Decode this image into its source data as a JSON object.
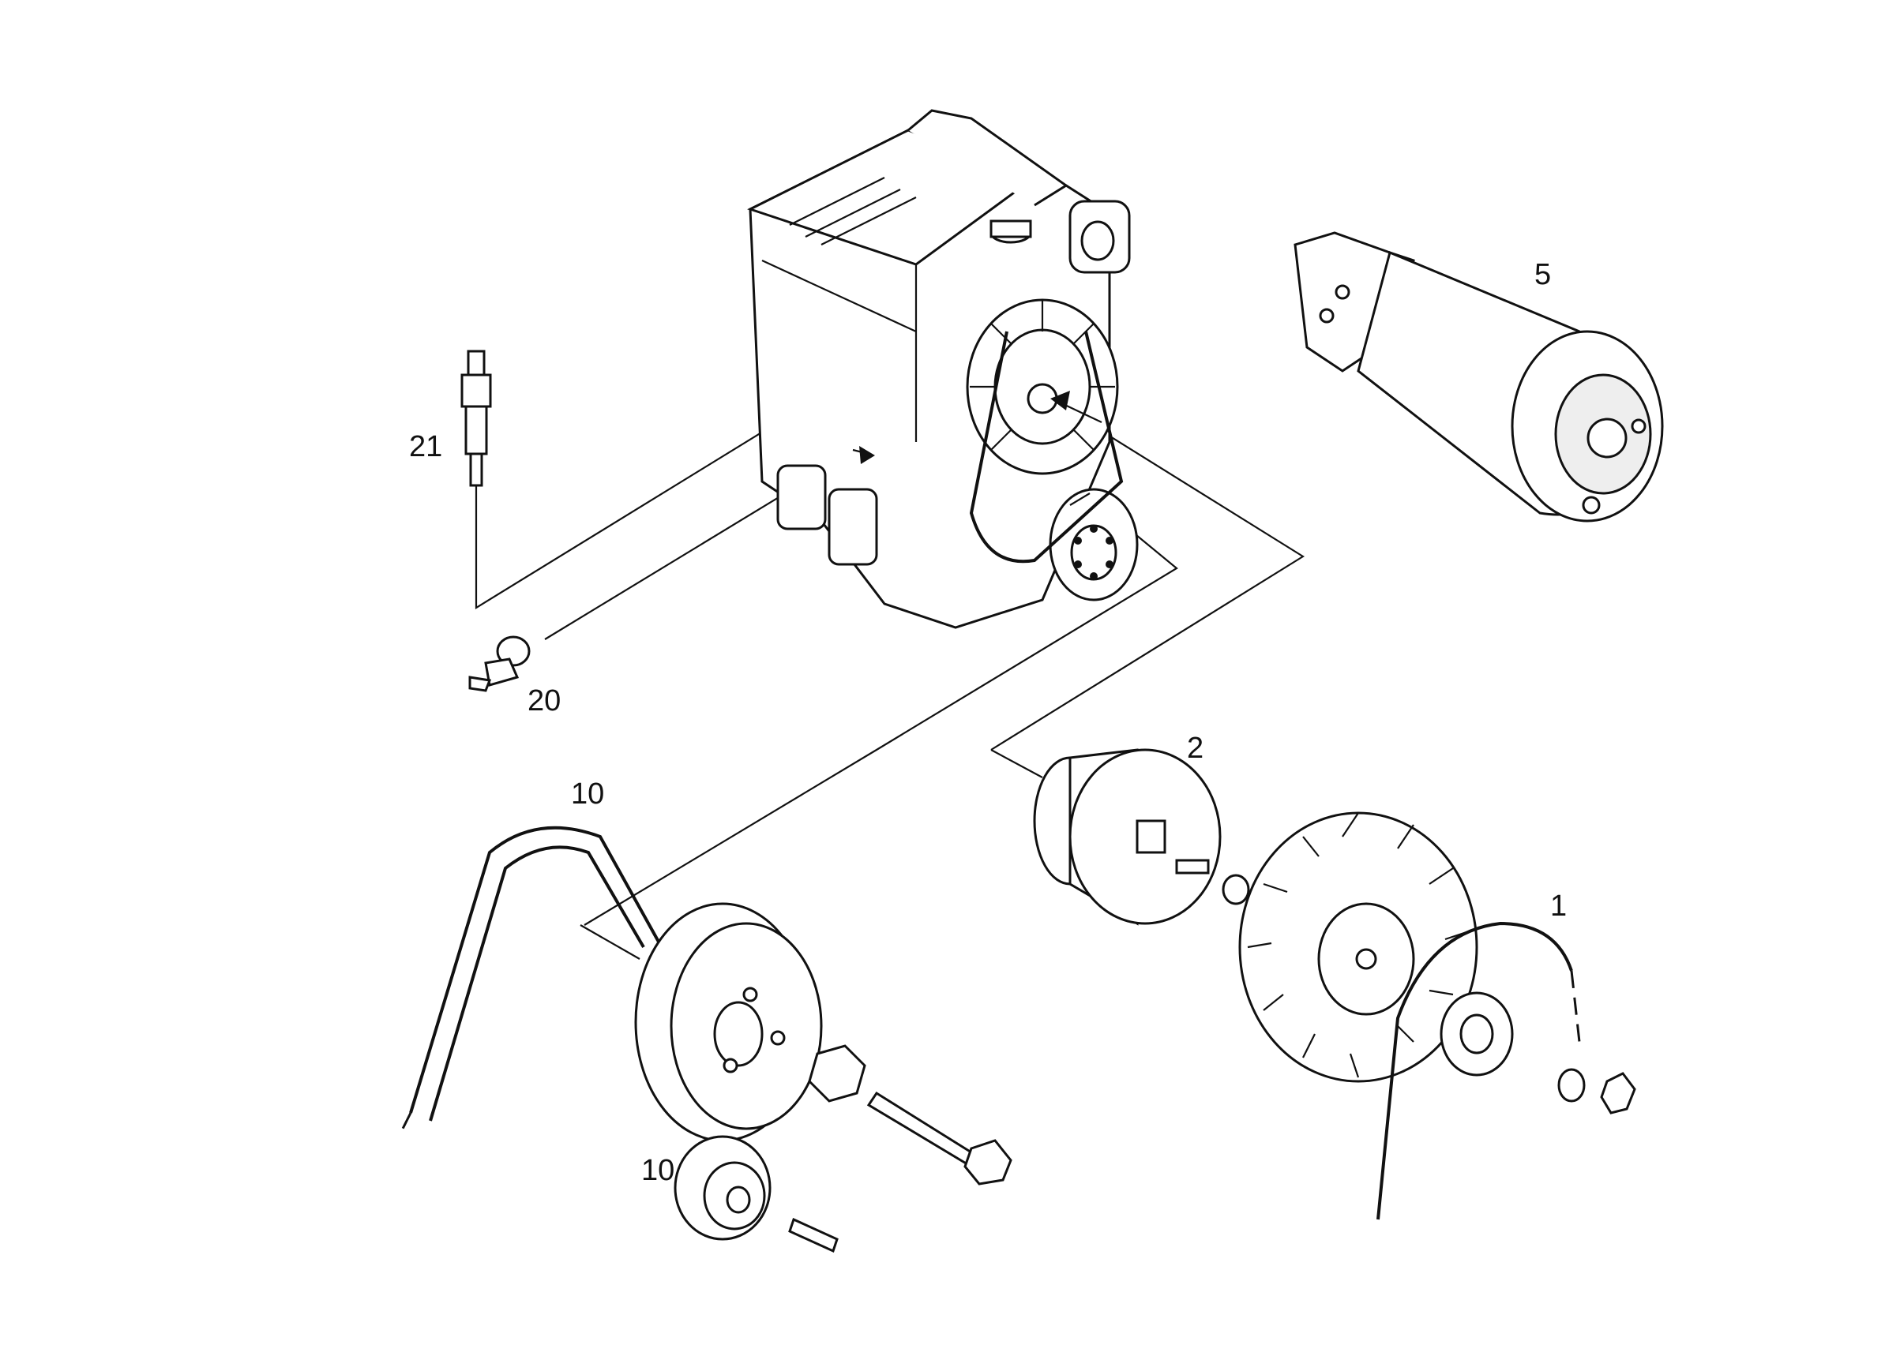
{
  "labels": {
    "part_1": "1",
    "part_2": "2",
    "part_5": "5",
    "part_10_belt": "10",
    "part_10_pulley": "10",
    "part_20": "20",
    "part_21": "21"
  },
  "colors": {
    "line": "#111111",
    "background": "#ffffff"
  },
  "icons": {
    "engine": "engine-block-icon",
    "starter": "starter-motor-icon",
    "sensor_21": "glow-plug-icon",
    "sensor_20": "pressure-switch-icon",
    "alternator": "alternator-icon",
    "fan": "fan-wheel-icon",
    "timing_belt": "timing-belt-icon",
    "gear": "toothed-pulley-icon",
    "tensioner": "tensioner-pulley-icon",
    "v_belt": "v-belt-icon"
  }
}
